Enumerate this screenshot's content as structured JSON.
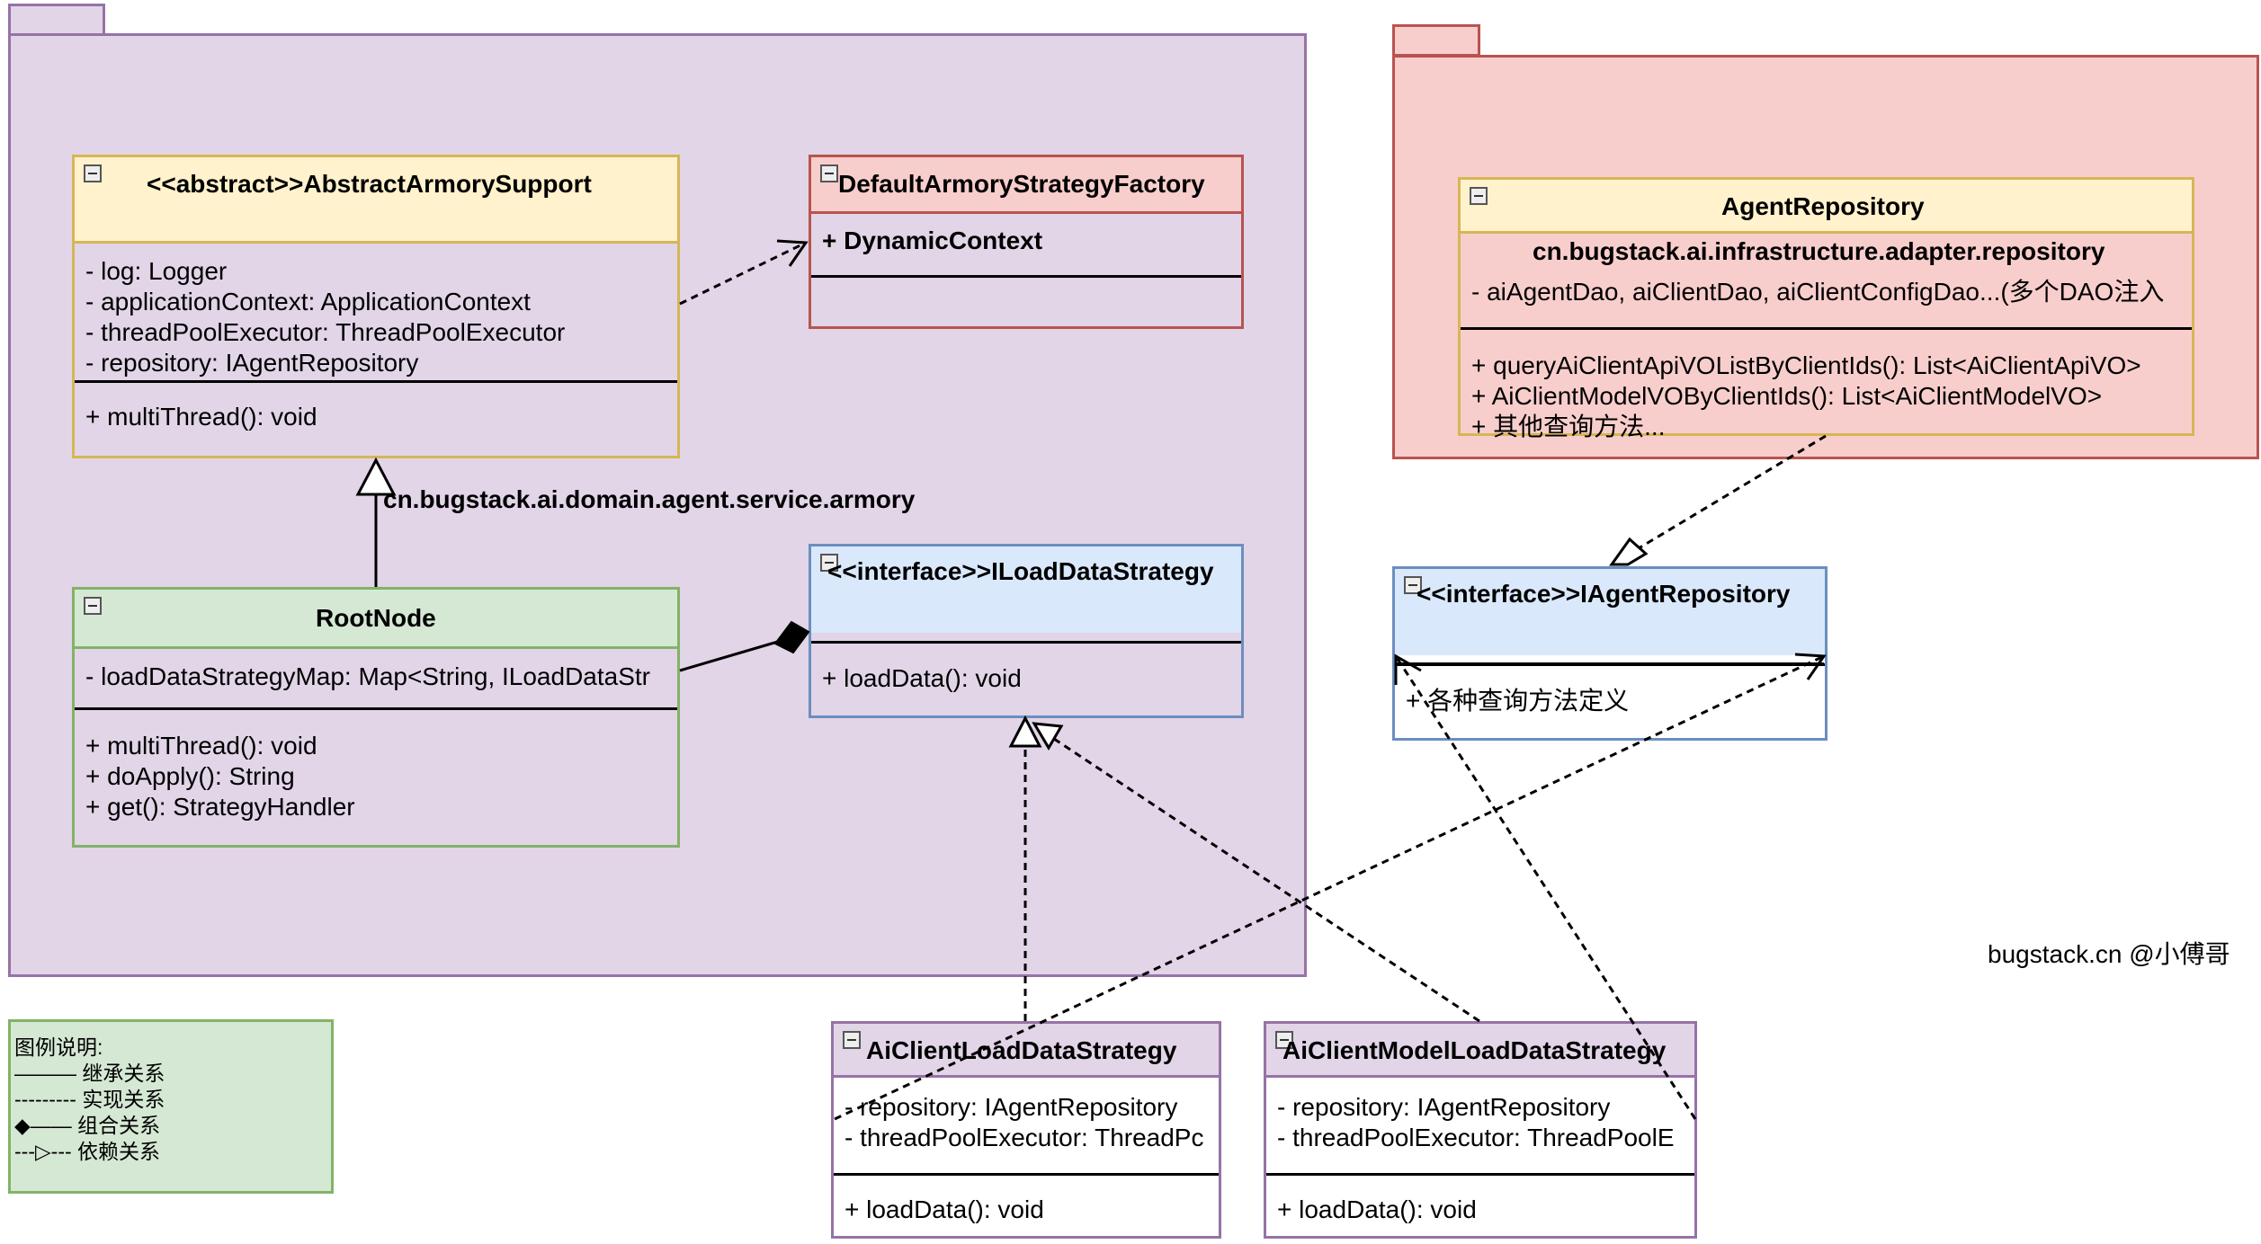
{
  "package_domain": {
    "label": "cn.bugstack.ai.domain.agent.service.armory"
  },
  "abstract_armory_support": {
    "title": "<<abstract>>AbstractArmorySupport",
    "attributes": [
      "- log: Logger",
      "- applicationContext: ApplicationContext",
      "- threadPoolExecutor: ThreadPoolExecutor",
      "- repository: IAgentRepository"
    ],
    "methods": [
      "+ multiThread(): void"
    ]
  },
  "default_factory": {
    "title": "DefaultArmoryStrategyFactory",
    "attributes": [
      "+ DynamicContext"
    ]
  },
  "root_node": {
    "title": "RootNode",
    "attributes": [
      "- loadDataStrategyMap: Map<String, ILoadDataStr"
    ],
    "methods": [
      "+ multiThread(): void",
      "+ doApply(): String",
      "+ get(): StrategyHandler"
    ]
  },
  "iload_data_strategy": {
    "title": "<<interface>>ILoadDataStrategy",
    "methods": [
      "+ loadData(): void"
    ]
  },
  "agent_repository": {
    "title": "AgentRepository",
    "package": "cn.bugstack.ai.infrastructure.adapter.repository",
    "attributes": [
      "- aiAgentDao, aiClientDao, aiClientConfigDao...(多个DAO注入"
    ],
    "methods": [
      "+ queryAiClientApiVOListByClientIds(): List<AiClientApiVO>",
      "+ AiClientModelVOByClientIds(): List<AiClientModelVO>",
      "+ 其他查询方法..."
    ]
  },
  "iagent_repository": {
    "title": "<<interface>>IAgentRepository",
    "methods": [
      "+ 各种查询方法定义"
    ]
  },
  "ai_client_load": {
    "title": "AiClientLoadDataStrategy",
    "attributes": [
      "- repository: IAgentRepository",
      "- threadPoolExecutor: ThreadPc"
    ],
    "methods": [
      "+ loadData(): void"
    ]
  },
  "ai_client_model_load": {
    "title": "AiClientModelLoadDataStrategy",
    "attributes": [
      "- repository: IAgentRepository",
      "- threadPoolExecutor: ThreadPoolE"
    ],
    "methods": [
      "+ loadData(): void"
    ]
  },
  "legend": {
    "title": "图例说明:",
    "items": [
      "——— 继承关系",
      "--------- 实现关系",
      "◆—— 组合关系",
      "---▷--- 依赖关系"
    ]
  },
  "watermark": "bugstack.cn @小傅哥",
  "colors": {
    "purple_fill": "#e1d5e7",
    "purple_border": "#9673a6",
    "red_fill": "#f8cecc",
    "red_border": "#b85450",
    "yellow_fill": "#fff2cc",
    "yellow_border": "#d6b656",
    "green_fill": "#d5e8d4",
    "green_border": "#82b366",
    "blue_fill": "#dae8fc",
    "blue_border": "#6c8ebf"
  }
}
